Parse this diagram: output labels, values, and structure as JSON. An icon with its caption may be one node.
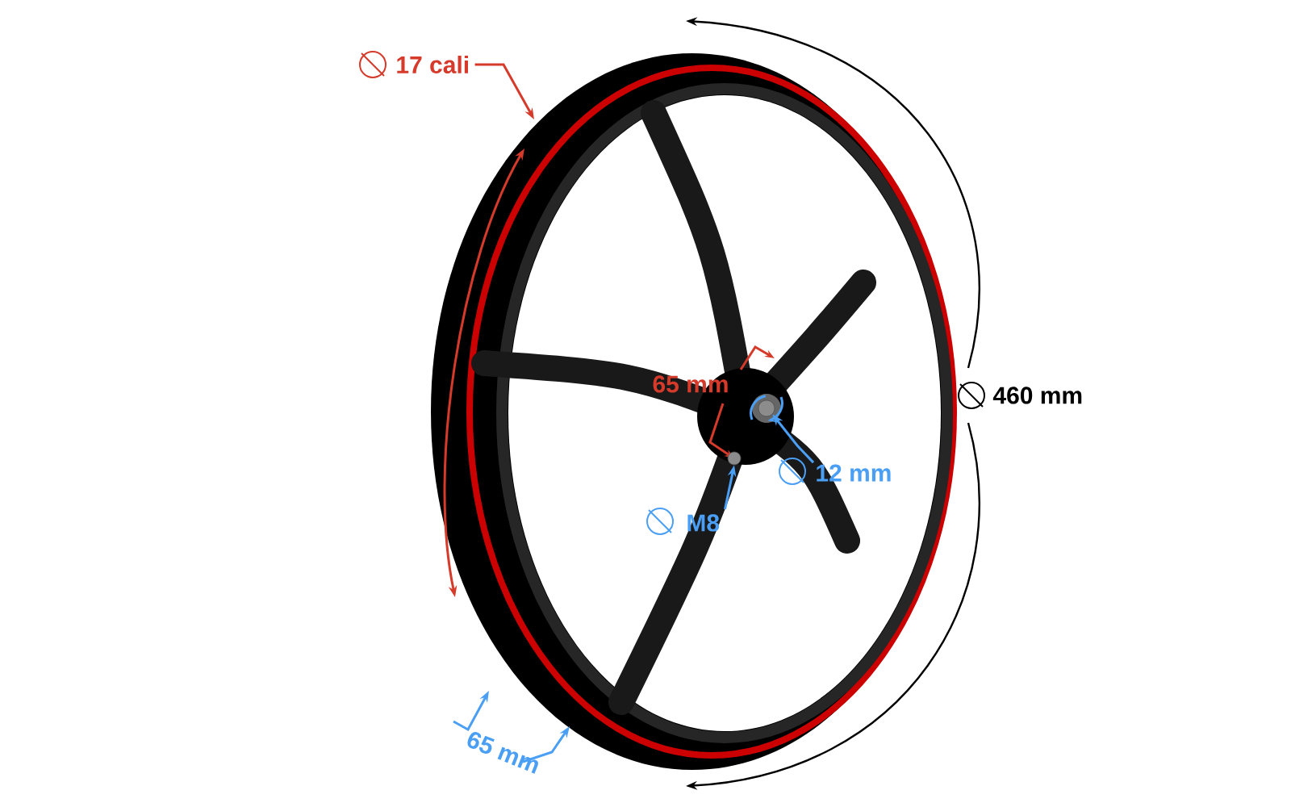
{
  "diagram": {
    "nodes": [
      {
        "text": [
          "17 cali"
        ]
      },
      {
        "text": [
          "12 mm"
        ]
      },
      {
        "text": [
          "M8"
        ]
      },
      {
        "text": [],
        "shape": "circle"
      },
      {
        "text": [],
        "shape": "circle"
      }
    ],
    "edges": [
      {
        "from": 0,
        "to": null,
        "arrow": "to",
        "color": "#d63a2a"
      },
      {
        "from": 1,
        "to": 3,
        "arrow": "to"
      },
      {
        "from": 2,
        "to": 4,
        "arrow": "to"
      }
    ],
    "labels": [
      "65 mm",
      "460 mm",
      "65 mm"
    ]
  }
}
